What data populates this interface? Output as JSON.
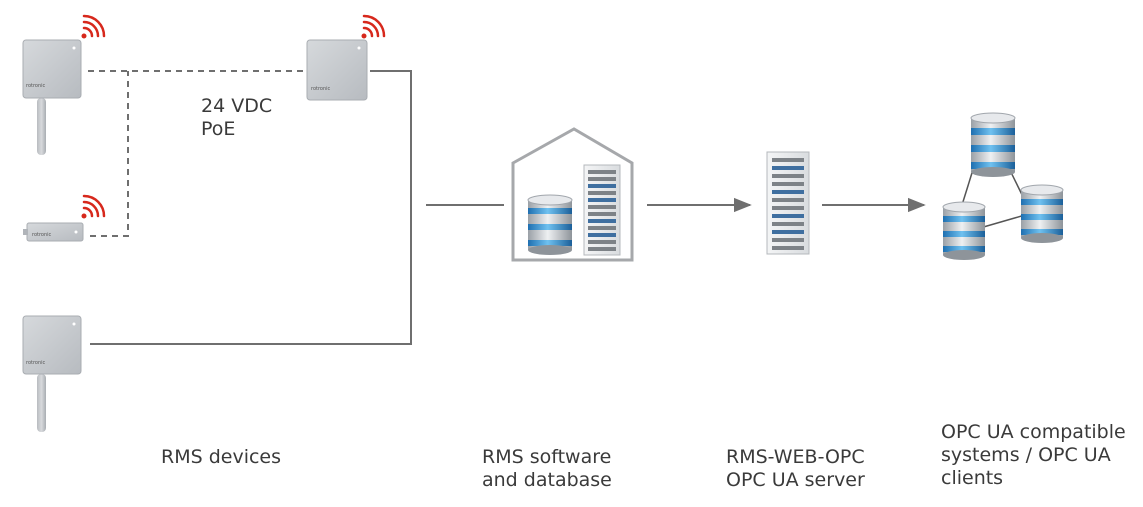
{
  "colors": {
    "line": "#6f6f6f",
    "device_body": "#c9ccd0",
    "signal": "#d7281c",
    "server_body": "#eeeff1",
    "db_blue": "#3b8fd1"
  },
  "power_label": {
    "line1": "24 VDC",
    "line2": "PoE"
  },
  "device_brand": "rotronic",
  "labels": {
    "rms_devices": "RMS devices",
    "rms_software": {
      "line1": "RMS software",
      "line2": "and database"
    },
    "rms_web_opc": {
      "line1": "RMS-WEB-OPC",
      "line2": "OPC UA server"
    },
    "opc_ua_clients": {
      "line1": "OPC UA compatible",
      "line2": "systems / OPC UA",
      "line3": "clients"
    }
  }
}
